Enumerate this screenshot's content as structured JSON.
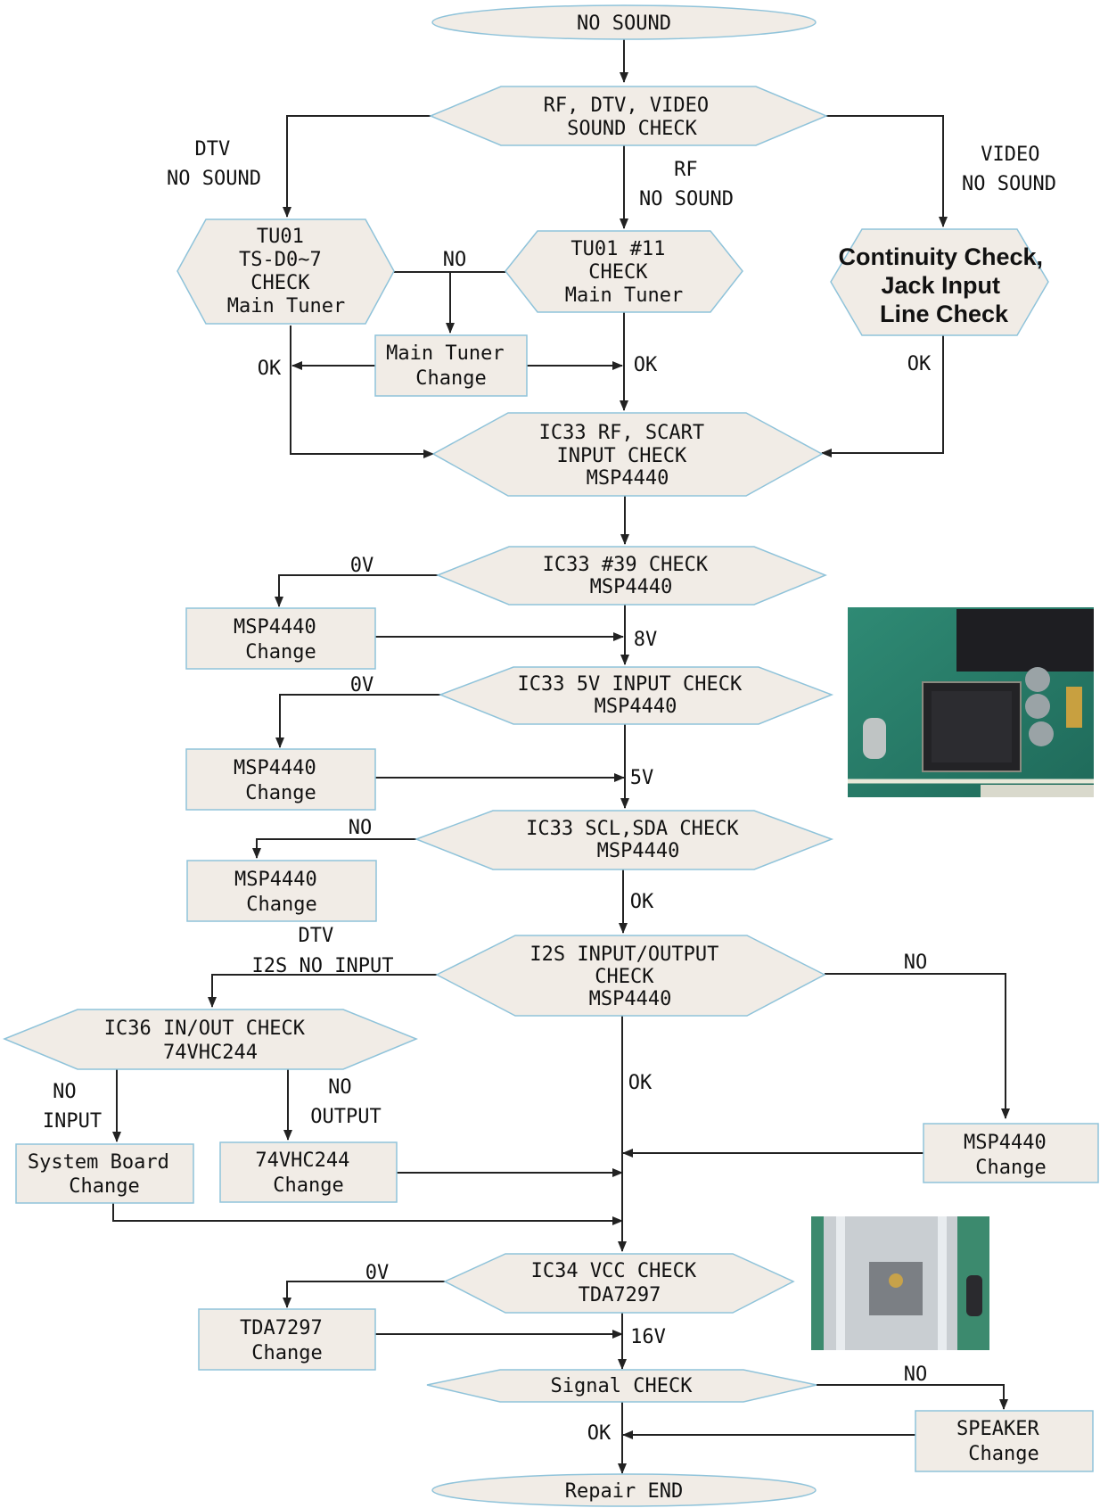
{
  "nodes": {
    "start": [
      "NO SOUND"
    ],
    "rf_dtv_video_check": [
      "RF, DTV, VIDEO",
      "SOUND CHECK"
    ],
    "tu01_ts_check": [
      "TU01",
      "TS-D0~7",
      "CHECK",
      "Main Tuner"
    ],
    "tu01_11_check": [
      "TU01 #11",
      "CHECK",
      "Main Tuner"
    ],
    "continuity_check": [
      "Continuity Check,",
      "Jack Input",
      "Line Check"
    ],
    "main_tuner_change": [
      "Main Tuner",
      "Change"
    ],
    "ic33_rf_scart": [
      "IC33 RF, SCART",
      "INPUT CHECK",
      "MSP4440"
    ],
    "ic33_39_check": [
      "IC33 #39 CHECK",
      "MSP4440"
    ],
    "msp_change_1": [
      "MSP4440",
      "Change"
    ],
    "ic33_5v_check": [
      "IC33 5V INPUT CHECK",
      "MSP4440"
    ],
    "msp_change_2": [
      "MSP4440",
      "Change"
    ],
    "ic33_scl_sda": [
      "IC33 SCL,SDA CHECK",
      "MSP4440"
    ],
    "msp_change_3": [
      "MSP4440",
      "Change"
    ],
    "i2s_check": [
      "I2S INPUT/OUTPUT",
      "CHECK",
      "MSP4440"
    ],
    "ic36_check": [
      "IC36 IN/OUT CHECK",
      "74VHC244"
    ],
    "system_board_change": [
      "System Board",
      "Change"
    ],
    "vhc244_change": [
      "74VHC244",
      "Change"
    ],
    "msp_change_4": [
      "MSP4440",
      "Change"
    ],
    "ic34_vcc_check": [
      "IC34 VCC CHECK",
      "TDA7297"
    ],
    "tda7297_change": [
      "TDA7297",
      "Change"
    ],
    "signal_check": [
      "Signal CHECK"
    ],
    "speaker_change": [
      "SPEAKER",
      "Change"
    ],
    "end": [
      "Repair END"
    ]
  },
  "edge_labels": {
    "dtv_no_sound": [
      "DTV",
      "NO SOUND"
    ],
    "rf_no_sound": [
      "RF",
      "NO SOUND"
    ],
    "video_no_sound": [
      "VIDEO",
      "NO SOUND"
    ],
    "no_tuner": [
      "NO"
    ],
    "ok_left": [
      "OK"
    ],
    "ok_mid": [
      "OK"
    ],
    "ok_right": [
      "OK"
    ],
    "zero_v_1": [
      "0V"
    ],
    "eight_v": [
      "8V"
    ],
    "zero_v_2": [
      "0V"
    ],
    "five_v": [
      "5V"
    ],
    "no_scl": [
      "NO"
    ],
    "ok_scl": [
      "OK"
    ],
    "dtv_i2s_no_input": [
      "DTV",
      "I2S NO INPUT"
    ],
    "no_i2s": [
      "NO"
    ],
    "no_input": [
      "NO",
      "INPUT"
    ],
    "no_output": [
      "NO",
      "OUTPUT"
    ],
    "ok_i2s": [
      "OK"
    ],
    "zero_v_3": [
      "0V"
    ],
    "sixteen_v": [
      "16V"
    ],
    "no_signal": [
      "NO"
    ],
    "ok_signal": [
      "OK"
    ]
  },
  "colors": {
    "shape_fill": "#f1ece6",
    "shape_stroke": "#8fc3da",
    "line": "#222222"
  }
}
